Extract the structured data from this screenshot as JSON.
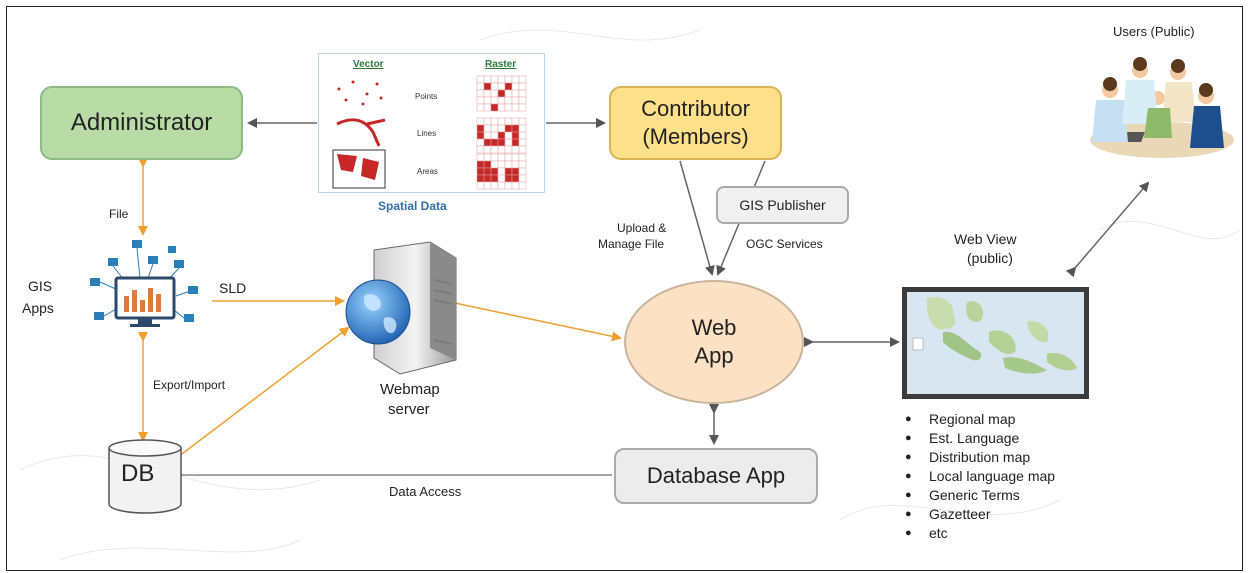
{
  "nodes": {
    "administrator": "Administrator",
    "contributor_line1": "Contributor",
    "contributor_line2": "(Members)",
    "gis_publisher": "GIS Publisher",
    "web_app_line1": "Web",
    "web_app_line2": "App",
    "database_app": "Database App",
    "db": "DB",
    "gis_apps_line1": "GIS",
    "gis_apps_line2": "Apps",
    "webmap_server_line1": "Webmap",
    "webmap_server_line2": "server",
    "users": "Users (Public)",
    "web_view_line1": "Web View",
    "web_view_line2": "(public)"
  },
  "edge_labels": {
    "file": "File",
    "sld": "SLD",
    "export_import": "Export/Import",
    "upload_line1": "Upload &",
    "upload_line2": "Manage File",
    "ogc_services": "OGC Services",
    "data_access": "Data Access"
  },
  "spatial_data": {
    "caption": "Spatial Data",
    "vector": "Vector",
    "raster": "Raster",
    "points": "Points",
    "lines": "Lines",
    "areas": "Areas"
  },
  "web_view_items": [
    "Regional map",
    "Est. Language",
    "Distribution map",
    "Local language map",
    "Generic Terms",
    "Gazetteer",
    "etc"
  ],
  "colors": {
    "administrator": "#b9dca6",
    "contributor": "#ffe08a",
    "web_app": "#fce1c4",
    "database_app": "#ececec",
    "orange_link": "#f5b041",
    "gray_link": "#7a7a7a"
  },
  "icons": [
    "globe-server-icon",
    "database-cylinder-icon",
    "analytics-monitor-icon",
    "people-group-icon",
    "map-thumbnail-icon"
  ]
}
